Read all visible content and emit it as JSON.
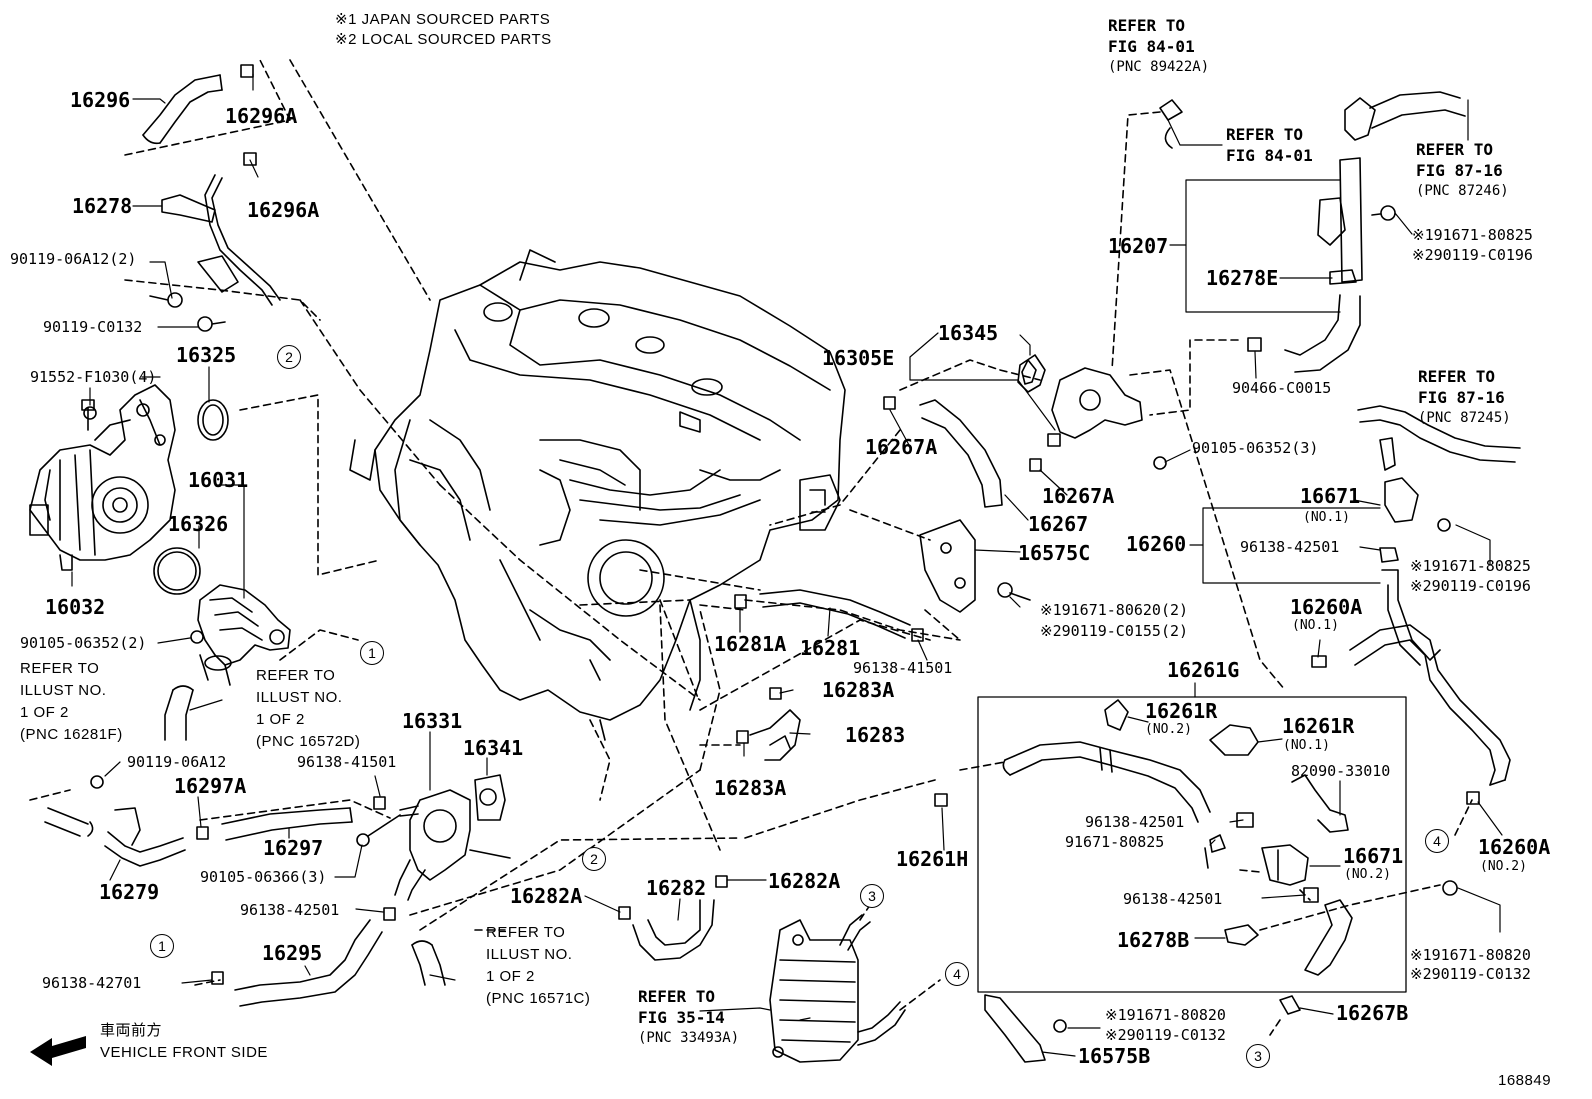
{
  "notes": {
    "note1": "※1  JAPAN SOURCED PARTS",
    "note2": "※2  LOCAL SOURCED PARTS"
  },
  "front": {
    "jp": "車両前方",
    "en": "VEHICLE FRONT SIDE"
  },
  "figure_id": "168849",
  "parts": {
    "p16296": "16296",
    "p16296A_1": "16296A",
    "p16278": "16278",
    "p16296A_2": "16296A",
    "p16325": "16325",
    "p16031": "16031",
    "p16326": "16326",
    "p16032": "16032",
    "p16297A": "16297A",
    "p16297": "16297",
    "p16279": "16279",
    "p16331": "16331",
    "p16341": "16341",
    "p16295": "16295",
    "p16281A": "16281A",
    "p16281": "16281",
    "p16283A_1": "16283A",
    "p16283": "16283",
    "p16283A_2": "16283A",
    "p16282": "16282",
    "p16282A_1": "16282A",
    "p16282A_2": "16282A",
    "p16207": "16207",
    "p16278E": "16278E",
    "p16345": "16345",
    "p16305E": "16305E",
    "p16267A_1": "16267A",
    "p16267A_2": "16267A",
    "p16267": "16267",
    "p16575C": "16575C",
    "p16671_1": "16671",
    "p16260": "16260",
    "p16260A_1": "16260A",
    "p16261G": "16261G",
    "p16261R_1": "16261R",
    "p16261R_2": "16261R",
    "p16261H": "16261H",
    "p16671_2": "16671",
    "p16278B": "16278B",
    "p16260A_2": "16260A",
    "p16267B": "16267B",
    "p16575B": "16575B"
  },
  "sub": {
    "no1_a": "(NO.1)",
    "no1_b": "(NO.1)",
    "no1_c": "(NO.1)",
    "no2_a": "(NO.2)",
    "no2_b": "(NO.2)",
    "no2_c": "(NO.2)"
  },
  "fasteners": {
    "f1": "90119-06A12(2)",
    "f2": "90119-C0132",
    "f3": "91552-F1030(4)",
    "f4": "90105-06352(2)",
    "f5": "90119-06A12",
    "f6": "96138-41501",
    "f7": "90105-06366(3)",
    "f8": "96138-42501",
    "f9": "96138-42701",
    "f10": "96138-41501",
    "f11": "90466-C0015",
    "f12": "90105-06352(3)",
    "f13": "96138-42501",
    "f14": "82090-33010",
    "f15": "96138-42501",
    "f16": "91671-80825",
    "f17": "96138-42501",
    "j1": "※191671-80825",
    "j2": "※290119-C0196",
    "j3": "※191671-80825",
    "j4": "※290119-C0196",
    "j5": "※191671-80620(2)",
    "j6": "※290119-C0155(2)",
    "j7": "※191671-80820",
    "j8": "※290119-C0132",
    "j9": "※191671-80820",
    "j10": "※290119-C0132"
  },
  "refs": {
    "r1": [
      "REFER TO",
      "FIG 84-01",
      "(PNC 89422A)"
    ],
    "r2": [
      "REFER TO",
      "FIG 84-01"
    ],
    "r3": [
      "REFER TO",
      "FIG 87-16",
      "(PNC 87246)"
    ],
    "r4": [
      "REFER TO",
      "FIG 87-16",
      "(PNC 87245)"
    ],
    "r5": [
      "REFER TO",
      "ILLUST NO.",
      "1 OF 2",
      "(PNC 16281F)"
    ],
    "r6": [
      "REFER TO",
      "ILLUST NO.",
      "1 OF 2",
      "(PNC 16572D)"
    ],
    "r7": [
      "REFER TO",
      "ILLUST NO.",
      "1 OF 2",
      "(PNC 16571C)"
    ],
    "r8": [
      "REFER TO",
      "FIG 35-14",
      "(PNC 33493A)"
    ]
  },
  "markers": {
    "m1": "1",
    "m2": "2",
    "m3": "3",
    "m4": "4"
  }
}
